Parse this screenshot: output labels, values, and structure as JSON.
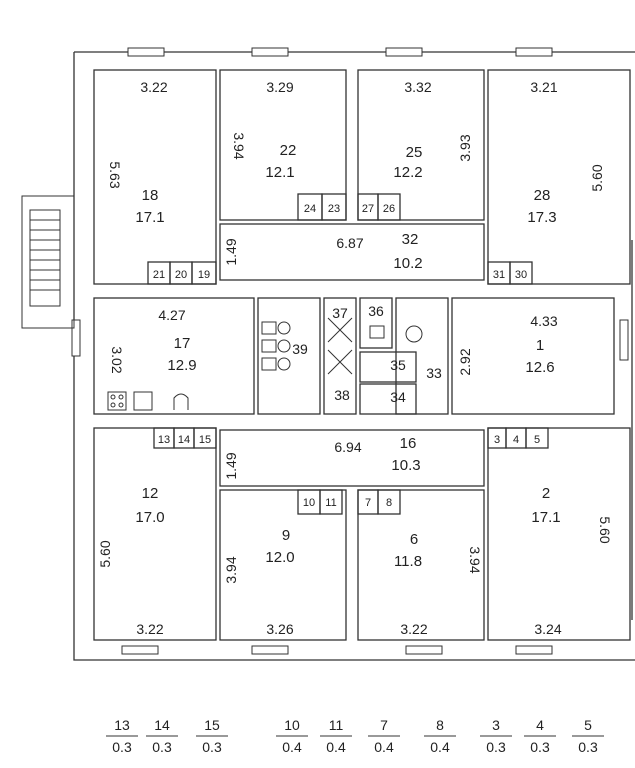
{
  "plan": {
    "rooms": [
      {
        "id": "r18",
        "number": "18",
        "area": "17.1",
        "top": "3.22",
        "side": "5.63"
      },
      {
        "id": "r22",
        "number": "22",
        "area": "12.1",
        "top": "3.29",
        "side": "3.94"
      },
      {
        "id": "r25",
        "number": "25",
        "area": "12.2",
        "top": "3.32",
        "side": "3.93"
      },
      {
        "id": "r28",
        "number": "28",
        "area": "17.3",
        "top": "3.21",
        "side": "5.60"
      },
      {
        "id": "r32",
        "number": "32",
        "area": "10.2",
        "top": "6.87",
        "side": "1.49"
      },
      {
        "id": "r17",
        "number": "17",
        "area": "12.9",
        "top": "4.27",
        "side": "3.02"
      },
      {
        "id": "r1",
        "number": "1",
        "area": "12.6",
        "top": "4.33",
        "side": "2.92"
      },
      {
        "id": "r16",
        "number": "16",
        "area": "10.3",
        "top": "6.94",
        "side": "1.49"
      },
      {
        "id": "r12",
        "number": "12",
        "area": "17.0",
        "bottom": "3.22",
        "side": "5.60"
      },
      {
        "id": "r9",
        "number": "9",
        "area": "12.0",
        "bottom": "3.26",
        "side": "3.94"
      },
      {
        "id": "r6",
        "number": "6",
        "area": "11.8",
        "bottom": "3.22",
        "side": "3.94"
      },
      {
        "id": "r2",
        "number": "2",
        "area": "17.1",
        "bottom": "3.24",
        "side": "5.60"
      }
    ],
    "small_labels": [
      "39",
      "37",
      "36",
      "35",
      "34",
      "33",
      "38"
    ],
    "cabinet_labels": [
      "24",
      "23",
      "27",
      "26",
      "21",
      "20",
      "19",
      "31",
      "30",
      "13",
      "14",
      "15",
      "3",
      "4",
      "5",
      "10",
      "11",
      "7",
      "8"
    ],
    "legend": [
      {
        "number": "13",
        "area": "0.3"
      },
      {
        "number": "14",
        "area": "0.3"
      },
      {
        "number": "15",
        "area": "0.3"
      },
      {
        "number": "10",
        "area": "0.4"
      },
      {
        "number": "11",
        "area": "0.4"
      },
      {
        "number": "7",
        "area": "0.4"
      },
      {
        "number": "8",
        "area": "0.4"
      },
      {
        "number": "3",
        "area": "0.3"
      },
      {
        "number": "4",
        "area": "0.3"
      },
      {
        "number": "5",
        "area": "0.3"
      }
    ]
  }
}
